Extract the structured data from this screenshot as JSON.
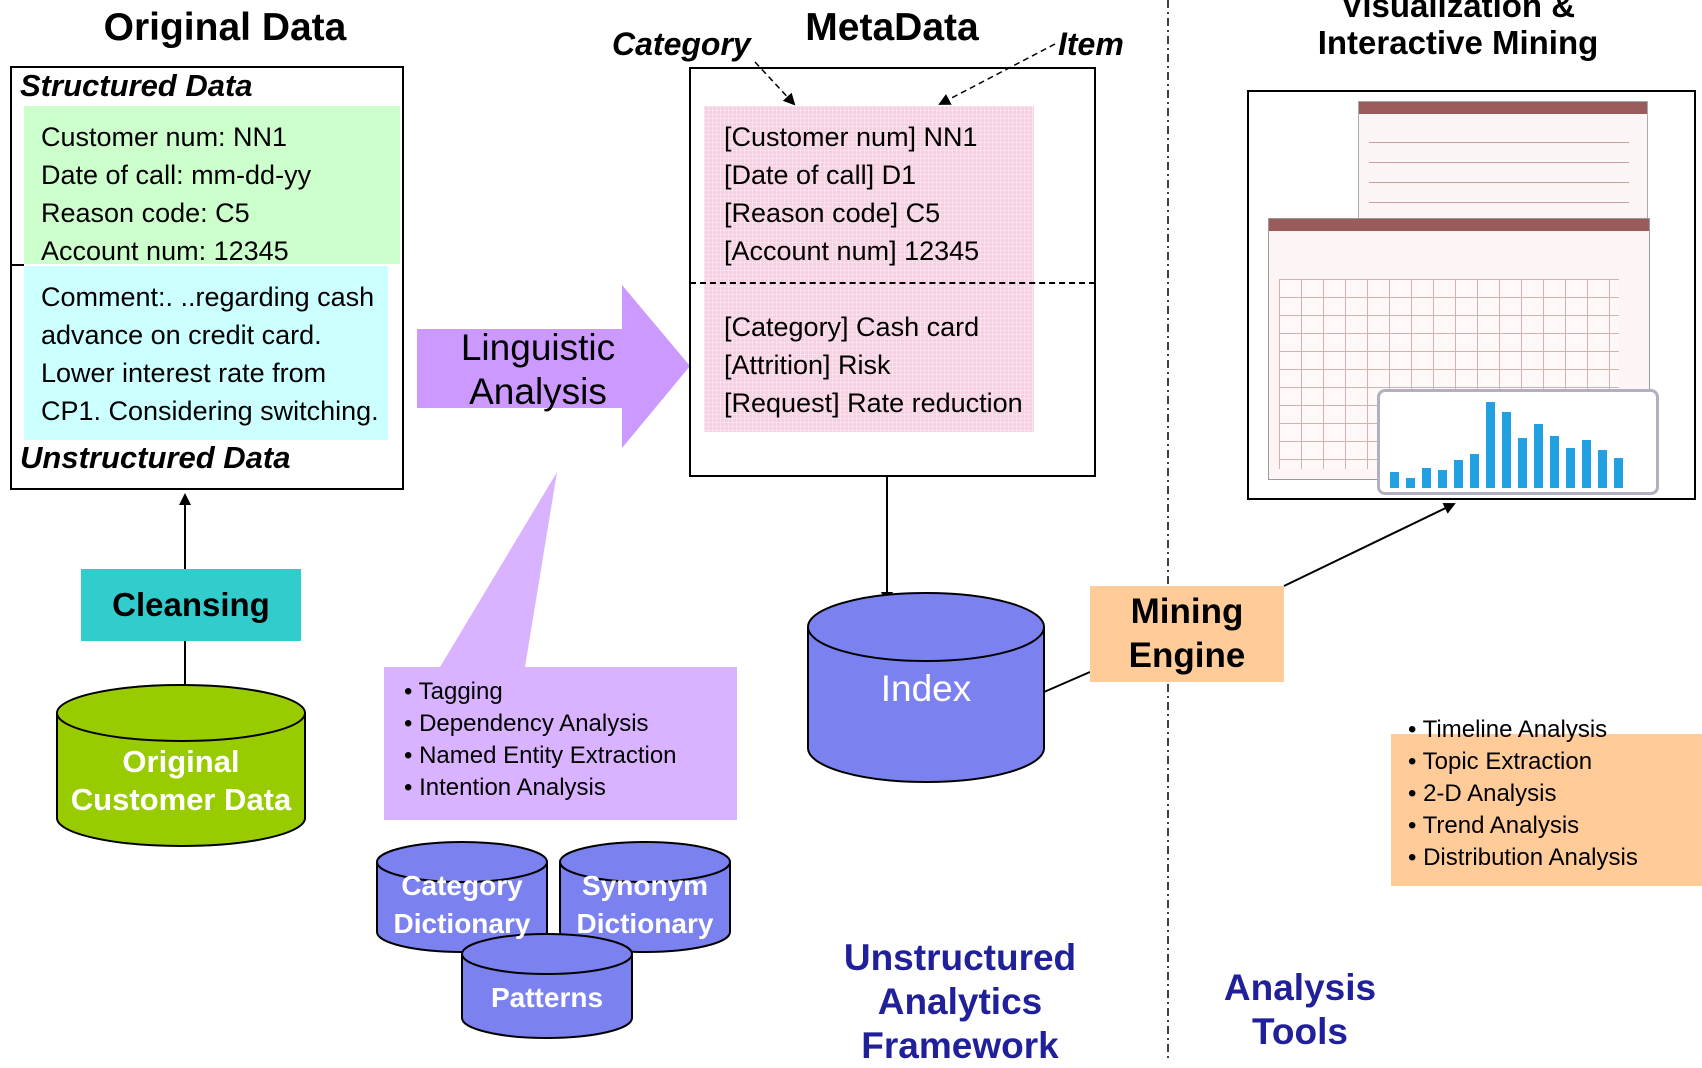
{
  "original_data": {
    "title": "Original Data",
    "structured_label": "Structured Data",
    "structured_lines": [
      "Customer num: NN1",
      "Date of call: mm-dd-yy",
      "Reason code: C5",
      "Account num: 12345"
    ],
    "unstructured_lines": [
      "Comment:. ..regarding cash",
      "advance on credit card.",
      "Lower interest rate from",
      "CP1. Considering switching."
    ],
    "unstructured_label": "Unstructured Data"
  },
  "cleansing": {
    "label": "Cleansing"
  },
  "original_db": {
    "line1": "Original",
    "line2": "Customer Data"
  },
  "linguistic": {
    "line1": "Linguistic",
    "line2": "Analysis"
  },
  "linguistic_list": [
    "• Tagging",
    "• Dependency Analysis",
    "• Named Entity Extraction",
    "• Intention Analysis"
  ],
  "dictionaries": {
    "category": {
      "line1": "Category",
      "line2": "Dictionary"
    },
    "synonym": {
      "line1": "Synonym",
      "line2": "Dictionary"
    },
    "patterns": "Patterns"
  },
  "metadata": {
    "title": "MetaData",
    "category_callout": "Category",
    "item_callout": "Item",
    "top_lines": [
      "[Customer num] NN1",
      "[Date of call] D1",
      "[Reason code] C5",
      "[Account num] 12345"
    ],
    "bottom_lines": [
      "[Category] Cash card",
      "[Attrition] Risk",
      "[Request] Rate reduction"
    ]
  },
  "index": {
    "label": "Index"
  },
  "framework": {
    "line1": "Unstructured",
    "line2": "Analytics",
    "line3": "Framework"
  },
  "visualization": {
    "line1": "Visualization &",
    "line2": "Interactive Mining"
  },
  "mining_engine": {
    "line1": "Mining",
    "line2": "Engine"
  },
  "mining_list": [
    "• Timeline Analysis",
    "• Topic Extraction",
    "• 2-D Analysis",
    "• Trend Analysis",
    "• Distribution Analysis"
  ],
  "analysis_tools": {
    "line1": "Analysis",
    "line2": "Tools"
  },
  "colors": {
    "structured_bg": "#ccffcc",
    "unstructured_bg": "#ccffff",
    "cleansing_bg": "#33cccc",
    "green_db": "#99cc00",
    "blue_db": "#7b82f0",
    "purple": "#cc99ff",
    "lavender": "#d9b3ff",
    "orange": "#ffcc99",
    "navy_text": "#20209a"
  }
}
